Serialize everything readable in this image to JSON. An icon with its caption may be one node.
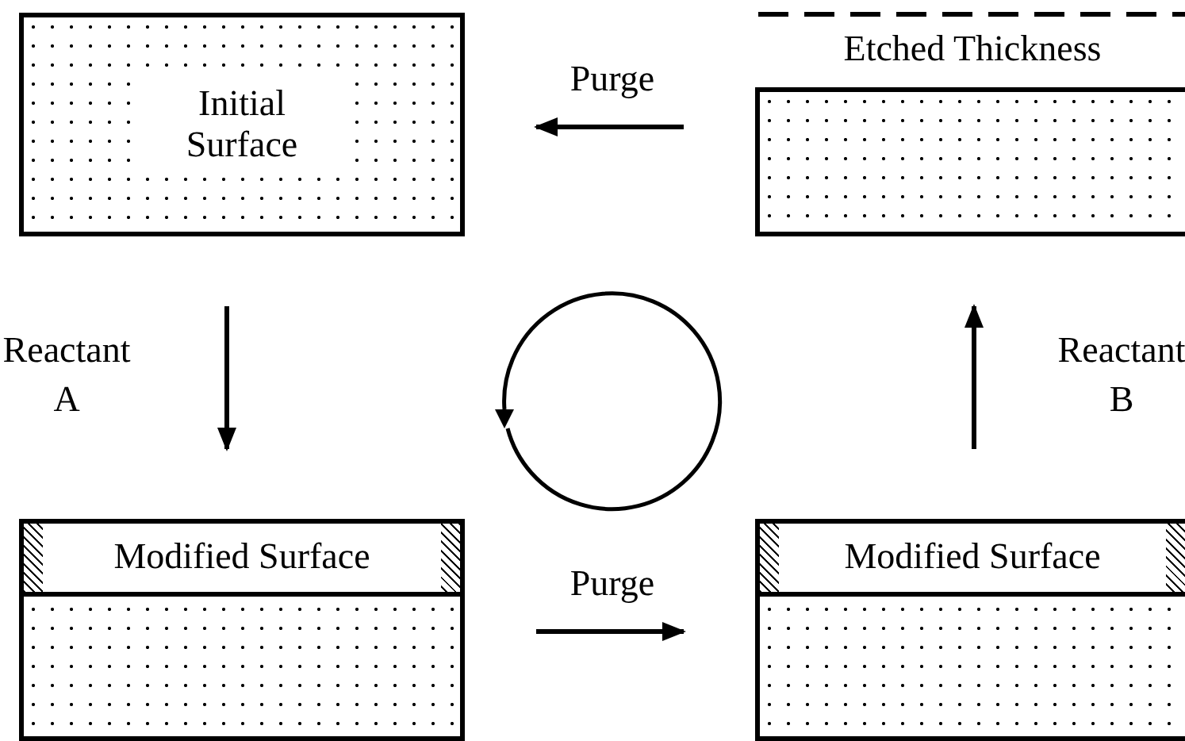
{
  "diagram": {
    "nodes": [
      {
        "text": [
          "Initial Surface"
        ]
      },
      {
        "text": [
          "Modified Surface"
        ]
      },
      {
        "text": [
          "Modified Surface"
        ]
      },
      {
        "text": [
          "Etched Thickness"
        ]
      }
    ],
    "edges": [
      {
        "from": 0,
        "to": 1,
        "arrow": "to",
        "label": "Reactant A"
      },
      {
        "from": 1,
        "to": 2,
        "arrow": "to",
        "label": "Purge"
      },
      {
        "from": 2,
        "to": 3,
        "arrow": "to",
        "label": "Reactant B"
      },
      {
        "from": 3,
        "to": 0,
        "arrow": "to",
        "label": "Purge"
      }
    ]
  }
}
